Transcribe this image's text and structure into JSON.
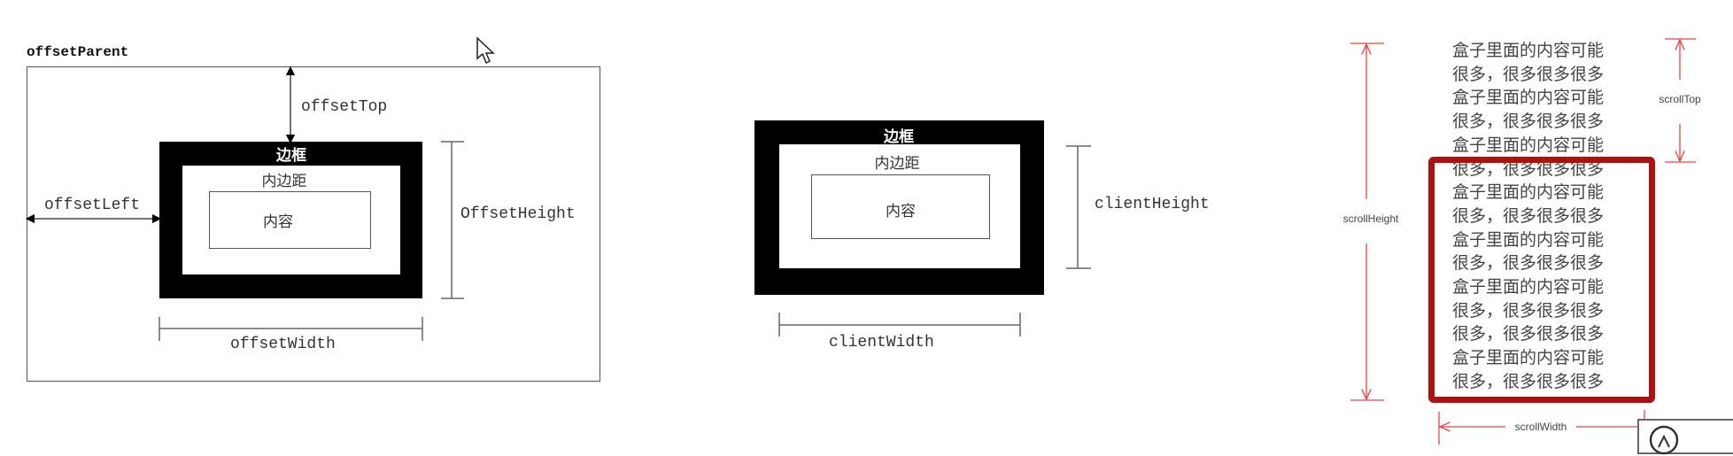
{
  "offset_diagram": {
    "parent_label": "offsetParent",
    "border_label": "边框",
    "padding_label": "内边距",
    "content_label": "内容",
    "top_label": "offsetTop",
    "left_label": "offsetLeft",
    "height_label": "OffsetHeight",
    "width_label": "offsetWidth"
  },
  "client_diagram": {
    "border_label": "边框",
    "padding_label": "内边距",
    "content_label": "内容",
    "height_label": "clientHeight",
    "width_label": "clientWidth"
  },
  "scroll_diagram": {
    "height_label": "scrollHeight",
    "top_label": "scrollTop",
    "width_label": "scrollWidth",
    "lines": [
      "盒子里面的内容可能",
      "很多，很多很多很多",
      "盒子里面的内容可能",
      "很多，很多很多很多",
      "盒子里面的内容可能",
      "很多，很多很多很多",
      "盒子里面的内容可能",
      "很多，很多很多很多",
      "盒子里面的内容可能",
      "很多，很多很多很多",
      "盒子里面的内容可能",
      "很多，很多很多很多",
      "很多，很多很多很多",
      "盒子里面的内容可能",
      "很多，很多很多很多"
    ],
    "accent_color": "#b01010",
    "measure_color": "#f04040"
  },
  "icons": {
    "cursor": "mouse-pointer-icon",
    "widget": "clock-icon"
  }
}
